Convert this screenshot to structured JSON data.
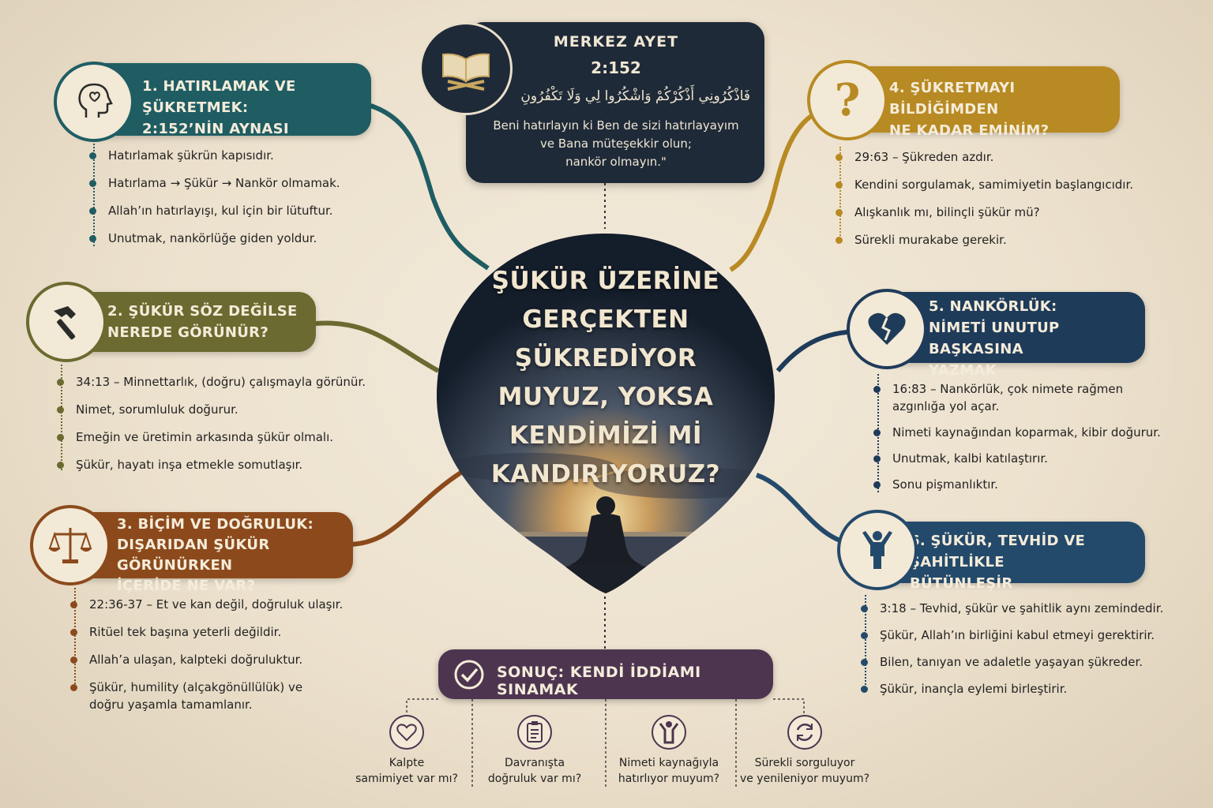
{
  "colors": {
    "teal": "#1f5d63",
    "olive": "#6b6a30",
    "rust": "#8c4a1c",
    "gold": "#b88a23",
    "navy": "#1f3b5a",
    "steel": "#244a6b",
    "plum": "#4d3550",
    "dark": "#1f2a38"
  },
  "center": {
    "title_lines": [
      "ŞÜKÜR ÜZERİNE",
      "GERÇEKTEN ŞÜKREDİYOR",
      "MUYUZ, YOKSA",
      "KENDİMİZİ Mİ",
      "KANDIRIYORUZ?"
    ]
  },
  "verse": {
    "icon": "open-book-icon",
    "title": "MERKEZ AYET",
    "ref": "2:152",
    "arabic": "فَاذْكُرُونِي أَذْكُرْكُمْ وَاشْكُرُوا لِي وَلَا تَكْفُرُونِ",
    "meaning_lines": [
      "Beni hatırlayın ki Ben de sizi hatırlayayım",
      "ve Bana müteşekkir olun;",
      "nankör olmayın.\""
    ]
  },
  "topics": [
    {
      "icon": "head-heart-icon",
      "title_lines": [
        "1. HATIRLAMAK VE ŞÜKRETMEK:",
        "2:152’NİN AYNASI"
      ],
      "bullets": [
        "Hatırlamak şükrün kapısıdır.",
        "Hatırlama → Şükür → Nankör olmamak.",
        "Allah’ın hatırlayışı, kul için bir lütuftur.",
        "Unutmak, nankörlüğe giden yoldur."
      ]
    },
    {
      "icon": "hammer-icon",
      "title_lines": [
        "2. ŞÜKÜR SÖZ DEĞİLSE",
        "NEREDE GÖRÜNÜR?"
      ],
      "bullets": [
        "34:13 – Minnettarlık, (doğru) çalışmayla görünür.",
        "Nimet, sorumluluk doğurur.",
        "Emeğin ve üretimin arkasında şükür olmalı.",
        "Şükür, hayatı inşa etmekle somutlaşır."
      ]
    },
    {
      "icon": "scales-icon",
      "title_lines": [
        "3. BİÇİM VE DOĞRULUK:",
        "DIŞARIDAN ŞÜKÜR GÖRÜNÜRKEN",
        "İÇERİDE NE VAR?"
      ],
      "bullets": [
        "22:36-37 – Et ve kan değil, doğruluk ulaşır.",
        "Ritüel tek başına yeterli değildir.",
        "Allah’a ulaşan, kalpteki doğruluktur.",
        "Şükür, humility (alçakgönüllülük) ve\ndoğru yaşamla tamamlanır."
      ]
    },
    {
      "icon": "question-mark-icon",
      "title_lines": [
        "4. ŞÜKRETMAYI BİLDİĞİMDEN",
        "NE KADAR EMİNİM?"
      ],
      "bullets": [
        "29:63 – Şükreden azdır.",
        "Kendini sorgulamak, samimiyetin başlangıcıdır.",
        "Alışkanlık mı, bilinçli şükür mü?",
        "Sürekli murakabe gerekir."
      ]
    },
    {
      "icon": "broken-heart-icon",
      "title_lines": [
        "5. NANKÖRLÜK:",
        "NİMETİ UNUTUP BAŞKASINA",
        "YAZMAK"
      ],
      "bullets": [
        "16:83 – Nankörlük, çok nimete rağmen\nazgınlığa yol açar.",
        "Nimeti kaynağından koparmak, kibir doğurur.",
        "Unutmak, kalbi katılaştırır.",
        "Sonu pişmanlıktır."
      ]
    },
    {
      "icon": "raised-arms-person-icon",
      "title_lines": [
        "6. ŞÜKÜR, TEVHİD VE ŞAHİTLİKLE",
        "BÜTÜNLEŞİR"
      ],
      "bullets": [
        "3:18 – Tevhid, şükür ve şahitlik aynı zemindedir.",
        "Şükür, Allah’ın birliğini kabul etmeyi gerektirir.",
        "Bilen, tanıyan ve adaletle yaşayan şükreder.",
        "Şükür, inançla eylemi birleştirir."
      ]
    }
  ],
  "conclusion": {
    "icon": "check-circle-icon",
    "title": "SONUÇ: KENDİ İDDİAMI SINAMAK",
    "questions": [
      {
        "icon": "heart-icon",
        "text_lines": [
          "Kalpte",
          "samimiyet var mı?"
        ]
      },
      {
        "icon": "clipboard-icon",
        "text_lines": [
          "Davranışta",
          "doğruluk var mı?"
        ]
      },
      {
        "icon": "person-icon",
        "text_lines": [
          "Nimeti kaynağıyla",
          "hatırlıyor muyum?"
        ]
      },
      {
        "icon": "refresh-icon",
        "text_lines": [
          "Sürekli sorguluyor",
          "ve yenileniyor muyum?"
        ]
      }
    ]
  }
}
